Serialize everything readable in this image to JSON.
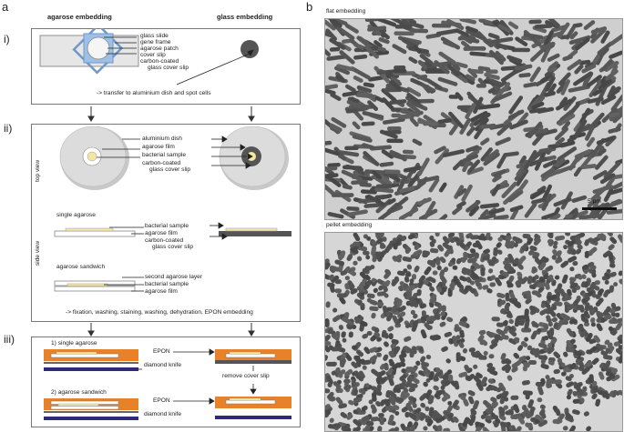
{
  "panel_a": {
    "letter": "a",
    "header_left": "agarose embedding",
    "header_right": "glass embedding",
    "steps": [
      "i)",
      "ii)",
      "iii)"
    ],
    "step1": {
      "labels": [
        "glass slide",
        "gene frame",
        "agarose patch",
        "cover slip",
        "carbon-coated",
        "glass cover slip"
      ],
      "caption": "-> transfer to aluminium dish and spot cells"
    },
    "step2": {
      "top_view": "top view",
      "side_view": "side view",
      "top_labels": [
        "aluminium dish",
        "agarose film",
        "bacterial sample",
        "carbon-coated",
        "glass cover slip"
      ],
      "single_agarose": "single agarose",
      "single_labels": [
        "bacterial sample",
        "agarose film",
        "carbon-coated",
        "glass cover slip"
      ],
      "sandwich": "agarose sandwich",
      "sandwich_labels": [
        "second agarose layer",
        "bacterial sample",
        "agarose film"
      ],
      "caption": "-> fixation, washing, staining, washing, dehydration, EPON embedding"
    },
    "step3": {
      "single": "1) single agarose",
      "sandwich": "2) agarose sandwich",
      "epon": "EPON",
      "knife": "diamond knife",
      "remove": "remove cover slip"
    }
  },
  "panel_b": {
    "letter": "b",
    "flat": "flat embedding",
    "pellet": "pellet embedding",
    "scale": "5 μm"
  },
  "colors": {
    "orange": "#e8822a",
    "knife": "#2e2a7a",
    "agarose_yellow": "#f3e7a3",
    "dark_glass": "#555555",
    "dish": "#d9d9d9"
  }
}
